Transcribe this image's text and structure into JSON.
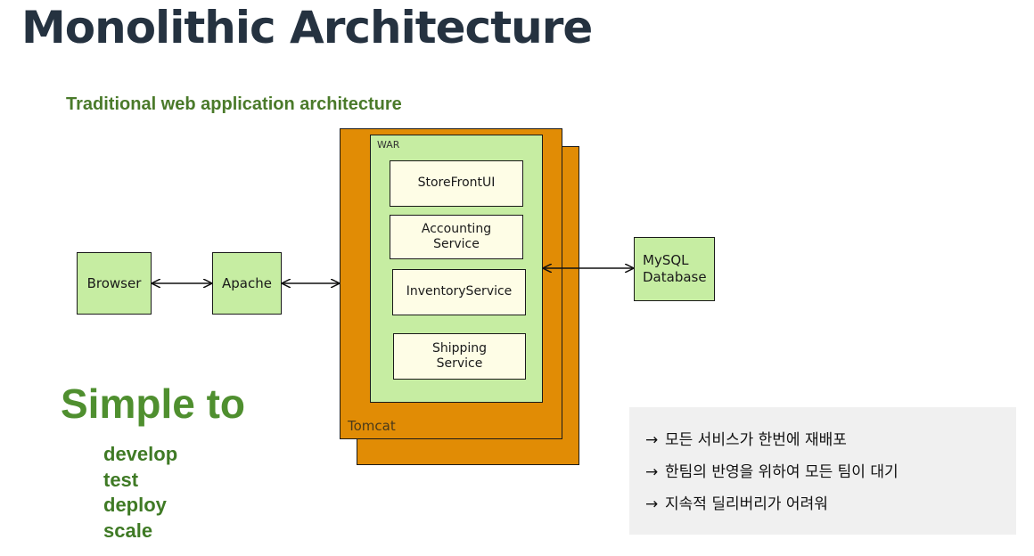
{
  "title": "Monolithic Architecture",
  "subtitle": "Traditional web application architecture",
  "diagram": {
    "browser": "Browser",
    "apache": "Apache",
    "tomcat": "Tomcat",
    "war": "WAR",
    "services": {
      "storefront": "StoreFrontUI",
      "accounting": "Accounting Service",
      "inventory": "InventoryService",
      "shipping": "Shipping Service"
    },
    "database": "MySQL Database"
  },
  "simple": {
    "heading": "Simple to",
    "items": [
      "develop",
      "test",
      "deploy",
      "scale"
    ]
  },
  "notes": {
    "arrow_glyph": "→",
    "items": [
      "모든 서비스가 한번에 재배포",
      "한팀의 반영을 위하여 모든 팀이 대기",
      "지속적 딜리버리가 어려워"
    ]
  },
  "colors": {
    "title": "#253240",
    "green_text": "#4f8f2f",
    "box_green": "#c6eda2",
    "tomcat_orange": "#e18c05",
    "service_cream": "#fefde6",
    "notes_bg": "#f0f0f0"
  }
}
